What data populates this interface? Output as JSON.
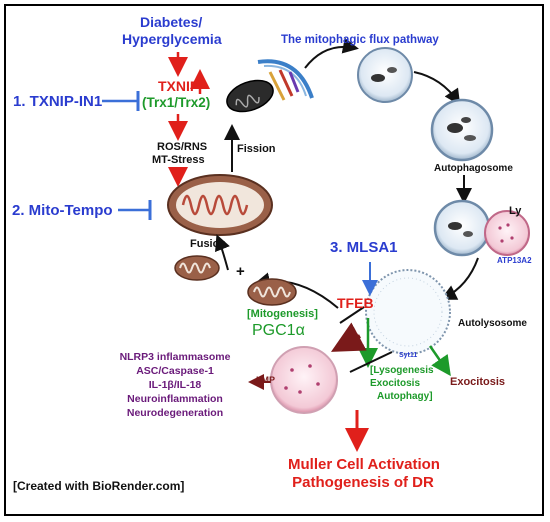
{
  "inhibitors": {
    "txnip_in1": "1. TXNIP-IN1",
    "mito_tempo": "2. Mito-Tempo",
    "mlsa1": "3. MLSA1"
  },
  "upstream": {
    "diabetes": "Diabetes/",
    "hyperglycemia": "Hyperglycemia",
    "txnip": "TXNIP",
    "trx": "(Trx1/Trx2)",
    "ros1": "ROS/RNS",
    "ros2": "MT-Stress"
  },
  "cycle": {
    "pathway_title": "The mitophagic flux pathway",
    "fission": "Fission",
    "fusion": "Fusion",
    "plus": "+",
    "autophagosome": "Autophagosome",
    "ly": "Ly",
    "atp13a2": "ATP13A2",
    "autolysosome": "Autolysosome",
    "syt11": "Syt11",
    "exocitosis": "Exocitosis"
  },
  "regulation": {
    "tfeb": "TFEB",
    "mitogenesis": "[Mitogenesis]",
    "pgc1a": "PGC1α",
    "lyso1": "[Lysogenesis",
    "lyso2": "Exocitosis",
    "lyso3": "Autophagy]",
    "lmp": "LMP"
  },
  "inflammation": {
    "line1": "NLRP3 inflammasome",
    "line2": "ASC/Caspase-1",
    "line3": "IL-1β/IL-18",
    "line4": "Neuroinflammation",
    "line5": "Neurodegeneration"
  },
  "outcome": {
    "line1": "Muller Cell Activation",
    "line2": "Pathogenesis of DR"
  },
  "credit": "[Created with BioRender.com]",
  "colors": {
    "blue": "#2a3ccf",
    "red": "#e0201b",
    "green": "#1d9a2a",
    "purple": "#6a1a7a",
    "mito": "#b88468",
    "lyso": "#f3c9d6"
  }
}
